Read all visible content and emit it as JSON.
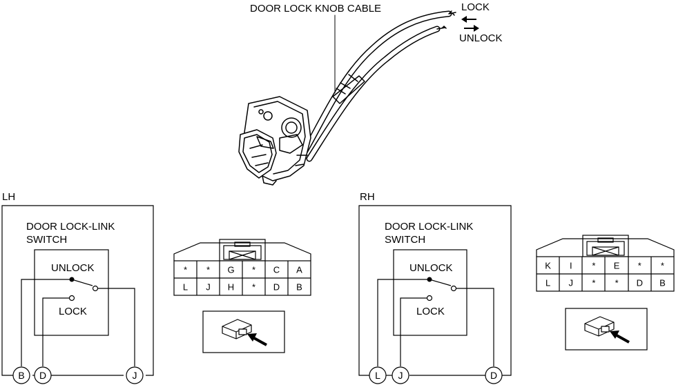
{
  "actuator": {
    "cable_label": "DOOR LOCK KNOB CABLE",
    "lock_label": "LOCK",
    "unlock_label": "UNLOCK"
  },
  "lh": {
    "side_label": "LH",
    "switch_title_1": "DOOR LOCK-LINK",
    "switch_title_2": "SWITCH",
    "unlock_label": "UNLOCK",
    "lock_label": "LOCK",
    "terminals": [
      "B",
      "D",
      "J"
    ],
    "connector_rows": [
      [
        "*",
        "*",
        "G",
        "*",
        "C",
        "A"
      ],
      [
        "L",
        "J",
        "H",
        "*",
        "D",
        "B"
      ]
    ]
  },
  "rh": {
    "side_label": "RH",
    "switch_title_1": "DOOR LOCK-LINK",
    "switch_title_2": "SWITCH",
    "unlock_label": "UNLOCK",
    "lock_label": "LOCK",
    "terminals": [
      "L",
      "J",
      "D"
    ],
    "connector_rows": [
      [
        "K",
        "I",
        "*",
        "E",
        "*",
        "*"
      ],
      [
        "L",
        "J",
        "*",
        "*",
        "D",
        "B"
      ]
    ]
  }
}
